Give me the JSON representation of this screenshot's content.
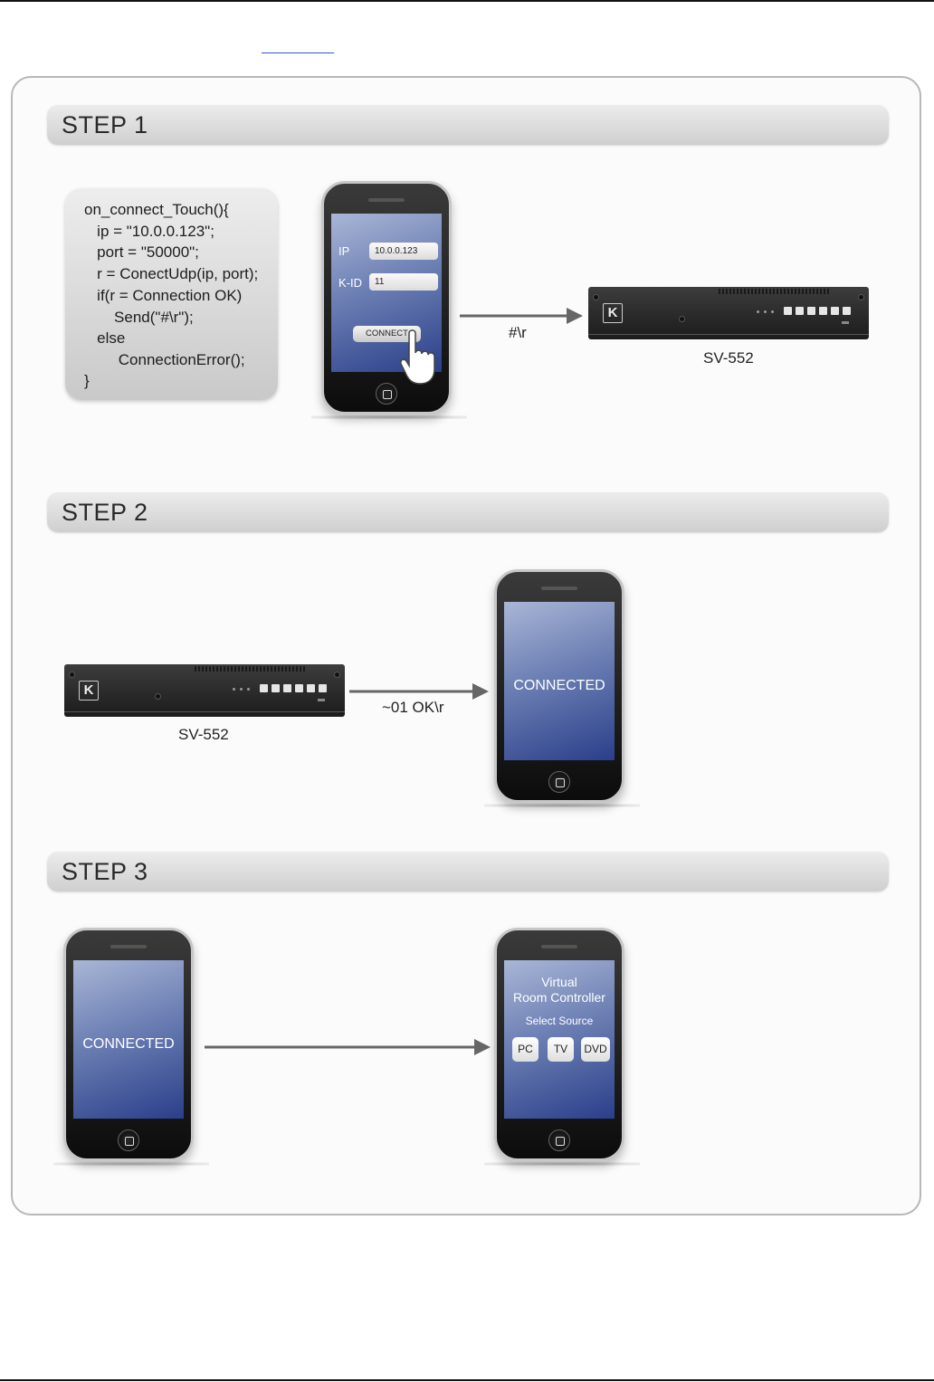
{
  "steps": [
    {
      "title": "STEP 1"
    },
    {
      "title": "STEP 2"
    },
    {
      "title": "STEP 3"
    }
  ],
  "code_lines": [
    "on_connect_Touch(){",
    "   ip = \"10.0.0.123\";",
    "   port = \"50000\";",
    "   r = ConectUdp(ip, port);",
    "   if(r = Connection OK)",
    "       Send(\"#\\r\");",
    "   else",
    "        ConnectionError();",
    "}"
  ],
  "phone_login": {
    "ip_label": "IP",
    "ip_value": "10.0.0.123",
    "kid_label": "K-ID",
    "kid_value": "11",
    "connect_button": "CONNECT"
  },
  "device": {
    "model": "SV-552",
    "logo": "K"
  },
  "arrows": {
    "step1": "#\\r",
    "step2": "~01 OK\\r"
  },
  "connected_text": "CONNECTED",
  "room_controller": {
    "title_line1": "Virtual",
    "title_line2": "Room Controller",
    "subtitle": "Select Source",
    "sources": [
      "PC",
      "TV",
      "DVD"
    ]
  }
}
